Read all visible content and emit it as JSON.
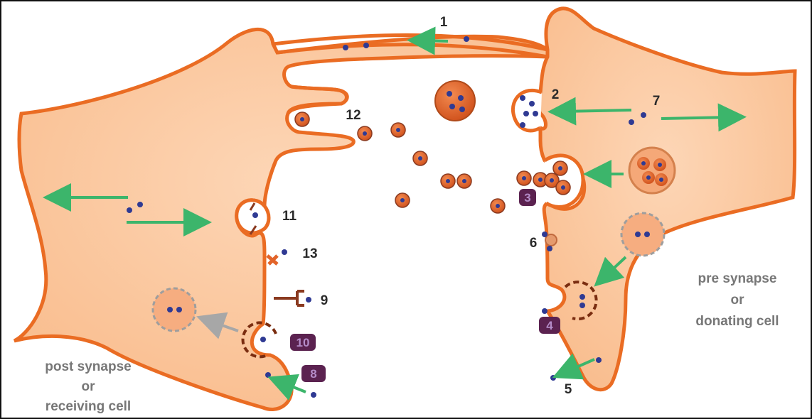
{
  "labels": {
    "n1": "1",
    "n2": "2",
    "n3": "3",
    "n4": "4",
    "n5": "5",
    "n6": "6",
    "n7": "7",
    "n8": "8",
    "n9": "9",
    "n10": "10",
    "n11": "11",
    "n12": "12",
    "n13": "13"
  },
  "captions": {
    "post_line1": "post synapse",
    "post_line2": "or",
    "post_line3": "receiving cell",
    "pre_line1": "pre synapse",
    "pre_line2": "or",
    "pre_line3": "donating cell"
  },
  "colors": {
    "cell_fill": "#fbc9a2",
    "cell_stroke": "#ea6c23",
    "vesicle_fill": "#e2642a",
    "dot": "#2f3a93",
    "arrow": "#3cb56b",
    "gray_arrow": "#a7a7a7",
    "badge": "#5b2250",
    "frame": "#111111"
  }
}
